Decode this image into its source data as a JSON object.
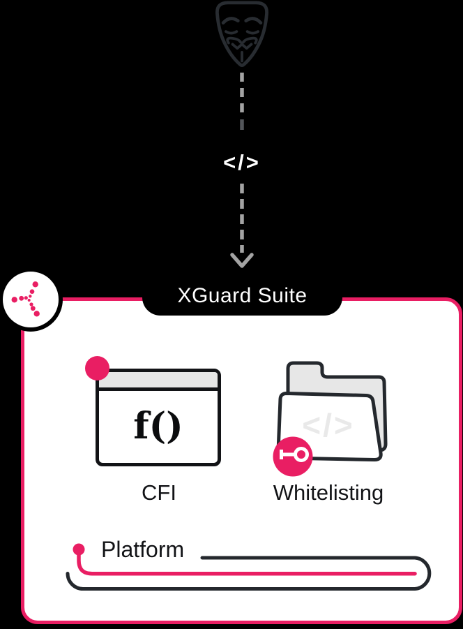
{
  "colors": {
    "background": "#000000",
    "accent_pink": "#e91e63",
    "outline_dark": "#24282d",
    "window_dark": "#121316",
    "panel_bg": "#ffffff",
    "dash_gray": "#a3a3a3",
    "titlebar_gray": "#e6e6e6",
    "watermark_gray": "#e9e9e9",
    "label_text": "#121316",
    "title_text": "#ffffff"
  },
  "attacker": {
    "icon": "anonymous-mask-icon",
    "code_glyph": "</>"
  },
  "suite": {
    "title": "XGuard Suite",
    "logo": "dot-burst-logo",
    "modules": [
      {
        "id": "cfi",
        "label": "CFI",
        "icon": "function-window-icon",
        "window_symbol": "f()"
      },
      {
        "id": "whitelisting",
        "label": "Whitelisting",
        "icon": "folder-key-icon",
        "folder_watermark": "</>"
      }
    ],
    "platform": {
      "label": "Platform"
    }
  }
}
